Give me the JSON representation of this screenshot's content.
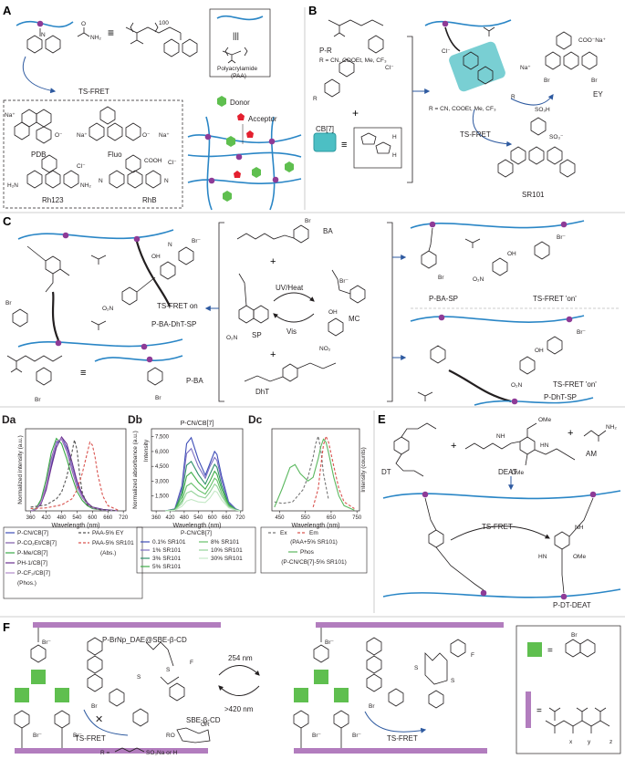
{
  "panels": {
    "A": {
      "letter": "A",
      "method": "TS-FRET",
      "polymer_name": "Polyacrylamide",
      "polymer_abbr": "(PAA)",
      "subscript_100": "100",
      "equiv_symbol": "|||",
      "dyes": [
        "PDB",
        "Fluo",
        "Rh123",
        "RhB"
      ],
      "legend_donor": "Donor",
      "legend_acceptor": "Acceptor",
      "ions": {
        "na": "Na⁺",
        "o_minus": "O⁻",
        "cl": "Cl⁻",
        "nh2": "NH₂",
        "h2n": "H₂N",
        "cooh": "COOH",
        "n": "N"
      }
    },
    "B": {
      "letter": "B",
      "compound": "P-R",
      "r_groups": "R = CN, COOEt, Me, CF₃",
      "r_groups2": "R = CN, COOEt, Me, CF₃",
      "plus": "+",
      "host": "CB[7]",
      "acceptor": "EY",
      "acceptor2": "SR101",
      "method": "TS-FRET",
      "ions": {
        "cl": "Cl⁻",
        "coona": "COO⁻Na⁺",
        "na": "Na⁺",
        "br": "Br",
        "so3h": "SO₃H",
        "so3": "SO₃⁻",
        "h": "H",
        "r": "R"
      }
    },
    "C": {
      "letter": "C",
      "ts_on": "TS-FRET on",
      "left_polymer": "P-BA-DhT-SP",
      "left_polymer2": "P-BA",
      "reagent1": "BA",
      "reagent2": "SP",
      "reagent3": "MC",
      "reagent4": "DhT",
      "uv": "UV/Heat",
      "vis": "Vis",
      "right_top_polymer": "P-BA-SP",
      "right_top_on": "TS-FRET 'on'",
      "right_bottom_polymer": "P-DhT-SP",
      "right_bottom_on": "TS-FRET 'on'",
      "ions": {
        "br": "Br⁻",
        "brat": "Br",
        "no2": "O₂N",
        "no2b": "NO₂",
        "oh": "OH",
        "o": "O",
        "n": "N",
        "plus": "+"
      }
    },
    "E": {
      "letter": "E",
      "reagent1": "DT",
      "reagent2": "DEAT",
      "reagent3": "AM",
      "product": "P-DT-DEAT",
      "method": "TS-FRET",
      "plus": "+",
      "nh": "NH",
      "hn": "HN",
      "ome": "OMe"
    },
    "F": {
      "letter": "F",
      "complex": "P-BrNp_DAE@SBE-β-CD",
      "uv": "254 nm",
      "vis": ">420 nm",
      "host": "SBE-β-CD",
      "r_def": "R =",
      "r_def2": "SO₃Na or H",
      "method": "TS-FRET",
      "method2": "TS-FRET",
      "equals": "=",
      "br": "Br⁻",
      "brat": "Br",
      "f": "F",
      "s": "S",
      "n": "N",
      "ro": "RO",
      "or": "OR",
      "o": "O",
      "x": "x",
      "y": "y",
      "z": "z"
    }
  },
  "chart_data": [
    {
      "panel": "Da",
      "type": "line",
      "xlabel": "Wavelength (nm)",
      "ylabel": "Normalized intensity (a.u.)",
      "ylabel2": "Normalized absorbance (a.u.)",
      "xticks": [
        360,
        420,
        480,
        540,
        600,
        660,
        720
      ],
      "xlim": [
        340,
        730
      ],
      "ylim": [
        0,
        1.1
      ],
      "series": [
        {
          "name": "P-CN/CB[7]",
          "color": "#3d4db7",
          "dash": "",
          "x": [
            360,
            380,
            400,
            420,
            440,
            460,
            480,
            500,
            520,
            540,
            560,
            580,
            600,
            640,
            700
          ],
          "y": [
            0,
            0.02,
            0.1,
            0.3,
            0.62,
            0.9,
            0.98,
            0.85,
            0.6,
            0.36,
            0.2,
            0.1,
            0.05,
            0.02,
            0
          ]
        },
        {
          "name": "P-CO₂Et/CB[7]",
          "color": "#7f5aa8",
          "dash": "",
          "x": [
            360,
            380,
            400,
            420,
            440,
            460,
            480,
            500,
            520,
            540,
            560,
            580,
            600,
            640,
            700
          ],
          "y": [
            0,
            0.02,
            0.12,
            0.35,
            0.7,
            0.93,
            0.96,
            0.8,
            0.55,
            0.32,
            0.18,
            0.09,
            0.04,
            0.01,
            0
          ]
        },
        {
          "name": "P-Me/CB[7]",
          "color": "#39a845",
          "dash": "",
          "x": [
            360,
            380,
            400,
            420,
            440,
            460,
            480,
            500,
            520,
            540,
            560,
            580,
            600,
            640,
            700
          ],
          "y": [
            0,
            0.03,
            0.15,
            0.42,
            0.78,
            0.97,
            0.9,
            0.7,
            0.46,
            0.26,
            0.14,
            0.07,
            0.03,
            0.01,
            0
          ]
        },
        {
          "name": "PH-1/CB[7]",
          "color": "#6b2f8f",
          "dash": "",
          "x": [
            360,
            380,
            400,
            420,
            440,
            460,
            480,
            500,
            520,
            540,
            560,
            580,
            600,
            640,
            700
          ],
          "y": [
            0,
            0.02,
            0.09,
            0.28,
            0.58,
            0.85,
            0.99,
            0.9,
            0.66,
            0.4,
            0.22,
            0.11,
            0.05,
            0.02,
            0
          ]
        },
        {
          "name": "P-CF₃/CB[7]",
          "color": "#b18ac9",
          "dash": "",
          "x": [
            360,
            380,
            400,
            420,
            440,
            460,
            480,
            500,
            520,
            540,
            560,
            580,
            600,
            640,
            700
          ],
          "y": [
            0,
            0.02,
            0.11,
            0.33,
            0.66,
            0.92,
            0.97,
            0.82,
            0.58,
            0.34,
            0.19,
            0.09,
            0.04,
            0.01,
            0
          ]
        },
        {
          "name": "PAA-5% EY",
          "color": "#555555",
          "dash": "3,2",
          "x": [
            360,
            420,
            460,
            480,
            500,
            520,
            530,
            540,
            550,
            560,
            580,
            620,
            700
          ],
          "y": [
            0.05,
            0.08,
            0.16,
            0.25,
            0.45,
            0.78,
            0.95,
            0.82,
            0.5,
            0.25,
            0.08,
            0.02,
            0
          ]
        },
        {
          "name": "PAA-5% SR101",
          "color": "#d9534f",
          "dash": "3,2",
          "x": [
            360,
            420,
            480,
            520,
            540,
            560,
            580,
            590,
            600,
            610,
            620,
            640,
            660,
            700
          ],
          "y": [
            0.03,
            0.04,
            0.08,
            0.16,
            0.28,
            0.5,
            0.78,
            0.92,
            0.88,
            0.72,
            0.5,
            0.2,
            0.07,
            0.01
          ]
        }
      ],
      "legend": [
        "P-CN/CB[7]",
        "P-CO₂Et/CB[7]",
        "P-Me/CB[7]",
        "PH-1/CB[7]",
        "P-CF₃/CB[7]",
        "(Phos.)",
        "PAA-5% EY",
        "PAA-5% SR101",
        "(Abs.)"
      ]
    },
    {
      "panel": "Db",
      "type": "line",
      "title": "P-CN/CB[7]",
      "xlabel": "Wavelength (nm)",
      "ylabel": "Intensity",
      "xticks": [
        360,
        420,
        480,
        540,
        600,
        660,
        720
      ],
      "yticks": [
        "7,500",
        "6,000",
        "4,500",
        "3,000",
        "1,500"
      ],
      "ytick_values": [
        7500,
        6000,
        4500,
        3000,
        1500
      ],
      "xlim": [
        340,
        730
      ],
      "ylim": [
        0,
        8300
      ],
      "series": [
        {
          "name": "0.1% SR101",
          "color": "#3d4db7",
          "x": [
            400,
            440,
            470,
            490,
            510,
            540,
            570,
            590,
            610,
            620,
            640,
            670,
            700,
            720
          ],
          "y": [
            0,
            200,
            2500,
            6800,
            7400,
            5200,
            3600,
            4800,
            6000,
            5700,
            3500,
            900,
            200,
            0
          ]
        },
        {
          "name": "1% SR101",
          "color": "#7b6ec2",
          "x": [
            400,
            440,
            470,
            490,
            510,
            540,
            570,
            590,
            610,
            620,
            640,
            670,
            700,
            720
          ],
          "y": [
            0,
            180,
            2200,
            5800,
            6300,
            4500,
            3300,
            4500,
            5400,
            5100,
            3100,
            800,
            180,
            0
          ]
        },
        {
          "name": "3% SR101",
          "color": "#2f8f6a",
          "x": [
            400,
            440,
            470,
            490,
            510,
            540,
            570,
            590,
            610,
            620,
            640,
            670,
            700,
            720
          ],
          "y": [
            0,
            150,
            1800,
            4600,
            5000,
            3700,
            2700,
            3700,
            4700,
            4400,
            2600,
            700,
            150,
            0
          ]
        },
        {
          "name": "5% SR101",
          "color": "#3fae49",
          "x": [
            400,
            440,
            470,
            490,
            510,
            540,
            570,
            590,
            610,
            620,
            640,
            670,
            700,
            720
          ],
          "y": [
            0,
            120,
            1400,
            3500,
            3900,
            2900,
            2200,
            3000,
            4000,
            3700,
            2200,
            600,
            130,
            0
          ]
        },
        {
          "name": "8% SR101",
          "color": "#67c16b",
          "x": [
            400,
            440,
            470,
            490,
            510,
            540,
            570,
            590,
            610,
            620,
            640,
            670,
            700,
            720
          ],
          "y": [
            0,
            90,
            1000,
            2500,
            2800,
            2100,
            1700,
            2400,
            3300,
            3100,
            1800,
            500,
            110,
            0
          ]
        },
        {
          "name": "10% SR101",
          "color": "#94d39a",
          "x": [
            400,
            440,
            470,
            490,
            510,
            540,
            570,
            590,
            610,
            620,
            640,
            670,
            700,
            720
          ],
          "y": [
            0,
            70,
            750,
            1800,
            2000,
            1500,
            1300,
            1900,
            2700,
            2500,
            1500,
            400,
            90,
            0
          ]
        },
        {
          "name": "30% SR101",
          "color": "#c4e8c6",
          "x": [
            400,
            440,
            470,
            490,
            510,
            540,
            570,
            590,
            610,
            620,
            640,
            670,
            700,
            720
          ],
          "y": [
            0,
            50,
            450,
            1000,
            1150,
            900,
            850,
            1300,
            2000,
            1900,
            1100,
            300,
            70,
            0
          ]
        }
      ],
      "legend": [
        "0.1% SR101",
        "1% SR101",
        "3% SR101",
        "5% SR101",
        "8% SR101",
        "10% SR101",
        "30% SR101"
      ]
    },
    {
      "panel": "Dc",
      "type": "line",
      "xlabel": "Wavelength (nm)",
      "ylabel": "Intensity (counts)",
      "xticks": [
        450,
        550,
        650,
        750
      ],
      "xlim": [
        420,
        760
      ],
      "ylim": [
        0,
        1.1
      ],
      "series": [
        {
          "name": "Ex",
          "group": "(PAA+5% SR101)",
          "color": "#777777",
          "dash": "3,2",
          "x": [
            430,
            460,
            500,
            540,
            560,
            580,
            590,
            600,
            610,
            620,
            640
          ],
          "y": [
            0.12,
            0.1,
            0.12,
            0.28,
            0.45,
            0.72,
            0.9,
            1.0,
            0.82,
            0.5,
            0.15
          ]
        },
        {
          "name": "Em",
          "group": "(PAA+5% SR101)",
          "color": "#d9534f",
          "dash": "3,2",
          "x": [
            580,
            600,
            610,
            620,
            630,
            640,
            660,
            680,
            700,
            740
          ],
          "y": [
            0.05,
            0.3,
            0.6,
            0.88,
            1.0,
            0.92,
            0.6,
            0.3,
            0.12,
            0.03
          ]
        },
        {
          "name": "Phos",
          "group": "(P-CN/CB[7]-5% SR101)",
          "color": "#5bb85f",
          "dash": "",
          "x": [
            430,
            460,
            490,
            510,
            530,
            560,
            580,
            600,
            610,
            620,
            630,
            640,
            660,
            680,
            700,
            740
          ],
          "y": [
            0.05,
            0.3,
            0.58,
            0.62,
            0.5,
            0.4,
            0.45,
            0.7,
            0.86,
            0.96,
            0.92,
            0.78,
            0.45,
            0.2,
            0.07,
            0.01
          ]
        }
      ],
      "legend": [
        "Ex",
        "Em",
        "(PAA+5% SR101)",
        "Phos",
        "(P-CN/CB[7]-5% SR101)"
      ]
    }
  ],
  "colors": {
    "chain": "#2a86c6",
    "node": "#8e3b97",
    "green": "#5fbf4f",
    "red": "#e4202f",
    "teal": "#4cbfc4",
    "violet": "#b27dbe",
    "divider": "#bfbfbf"
  }
}
